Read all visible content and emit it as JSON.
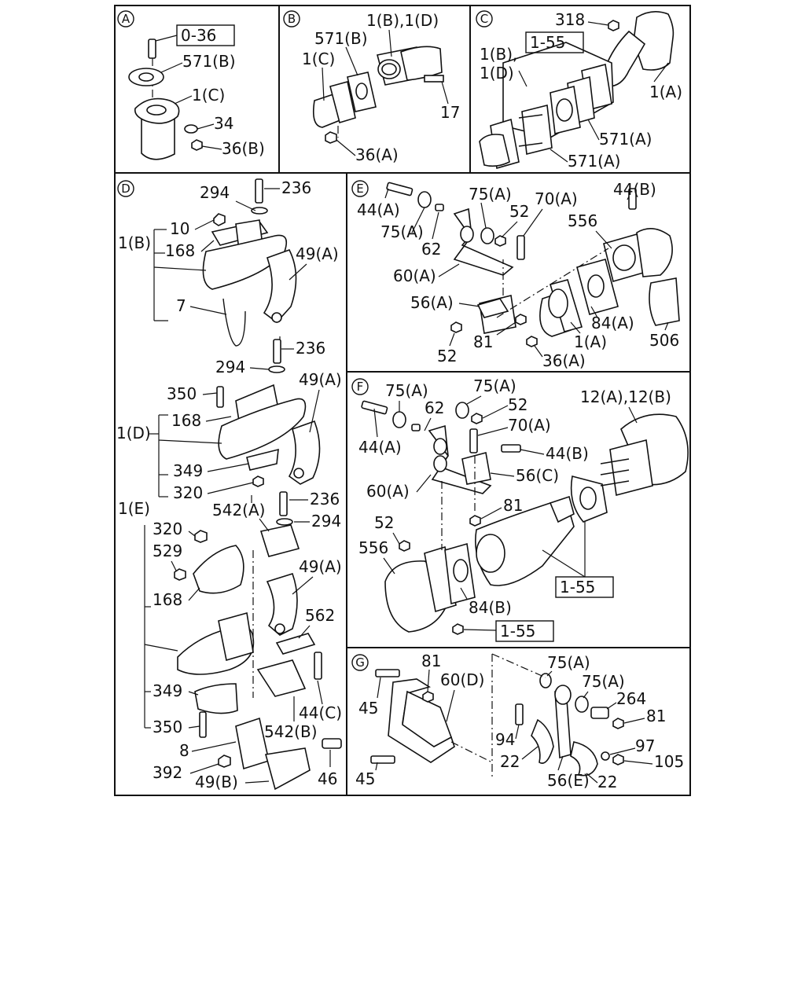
{
  "panels": [
    {
      "letter": "A"
    },
    {
      "letter": "B"
    },
    {
      "letter": "C"
    },
    {
      "letter": "D"
    },
    {
      "letter": "E"
    },
    {
      "letter": "F"
    },
    {
      "letter": "G"
    }
  ],
  "refs": [
    "0-36",
    "1-55",
    "1-55",
    "1-55"
  ],
  "labels": {
    "a": [
      "571(B)",
      "1(C)",
      "34",
      "36(B)"
    ],
    "b": [
      "1(B),1(D)",
      "571(B)",
      "1(C)",
      "17",
      "36(A)"
    ],
    "c": [
      "318",
      "1(B),",
      "1(D)",
      "1(A)",
      "571(A)",
      "571(A)"
    ],
    "d": [
      "294",
      "236",
      "10",
      "1(B)",
      "168",
      "49(A)",
      "7",
      "236",
      "294",
      "350",
      "49(A)",
      "168",
      "1(D)",
      "349",
      "320",
      "542(A)",
      "236",
      "1(E)",
      "294",
      "320",
      "529",
      "49(A)",
      "168",
      "562",
      "349",
      "44(C)",
      "350",
      "542(B)",
      "8",
      "392",
      "49(B)",
      "46"
    ],
    "e": [
      "44(A)",
      "75(A)",
      "70(A)",
      "44(B)",
      "52",
      "556",
      "75(A)",
      "62",
      "60(A)",
      "56(A)",
      "84(A)",
      "81",
      "1(A)",
      "506",
      "52",
      "36(A)"
    ],
    "f": [
      "75(A)",
      "75(A)",
      "62",
      "52",
      "12(A),12(B)",
      "44(A)",
      "70(A)",
      "44(B)",
      "56(C)",
      "60(A)",
      "81",
      "52",
      "556",
      "84(B)"
    ],
    "g": [
      "81",
      "60(D)",
      "75(A)",
      "75(A)",
      "264",
      "45",
      "81",
      "94",
      "22",
      "97",
      "105",
      "45",
      "56(E)",
      "22"
    ]
  }
}
